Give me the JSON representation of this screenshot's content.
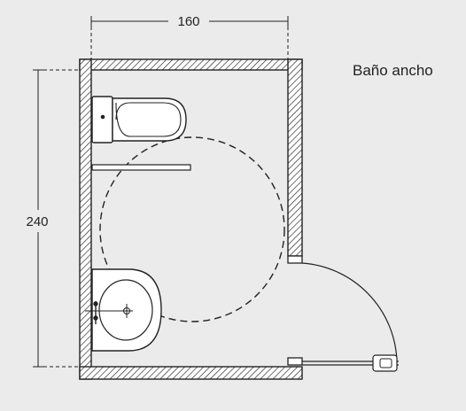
{
  "title": "Baño ancho",
  "dimensions": {
    "width": "160",
    "height": "240"
  },
  "colors": {
    "background": "#ebebeb",
    "line": "#222222",
    "wall_fill": "#ffffff"
  }
}
